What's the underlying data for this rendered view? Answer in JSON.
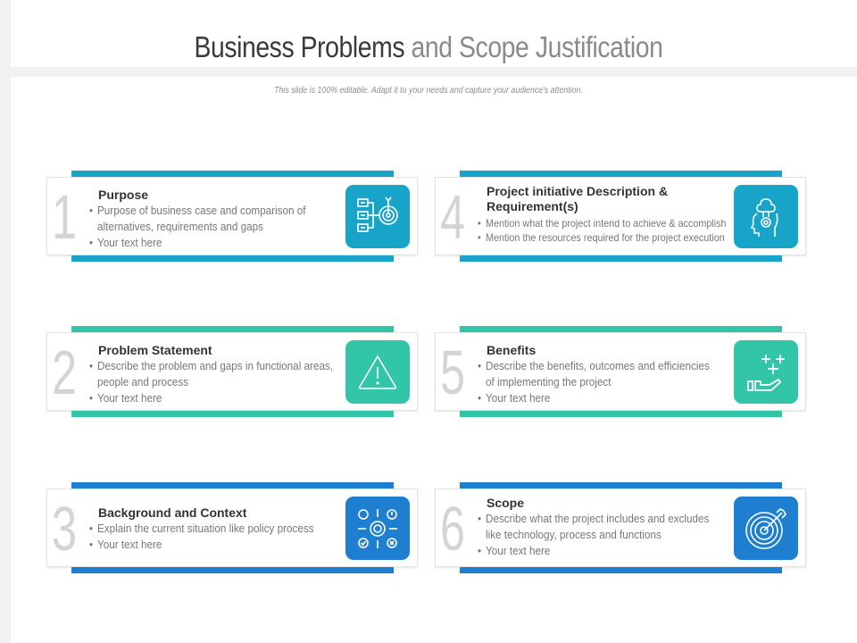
{
  "title": {
    "strong": "Business Problems",
    "light": " and Scope Justification"
  },
  "subtitle": "This slide is 100% editable. Adapt it to your needs and capture your audience's attention.",
  "colors": {
    "teal_blue": "#17a4c8",
    "green": "#33c5a7",
    "blue": "#1e7fd0",
    "number_gray": "#d4d4d4"
  },
  "cards": [
    {
      "number": "1",
      "heading": "Purpose",
      "bullets": [
        "Purpose of business case and comparison of",
        "alternatives, requirements and gaps",
        "Your text here"
      ],
      "icon": "flowchart-target-icon"
    },
    {
      "number": "2",
      "heading": "Problem Statement",
      "bullets": [
        "Describe the problem and gaps in functional areas,",
        "people and process",
        "Your text here"
      ],
      "icon": "warning-triangle-icon"
    },
    {
      "number": "3",
      "heading": "Background and Context",
      "bullets": [
        "Explain the current situation like policy process",
        "Your text here"
      ],
      "icon": "gear-context-icon"
    },
    {
      "number": "4",
      "heading": "Project initiative Description & Requirement(s)",
      "bullets": [
        "Mention what the project intend to achieve  & accomplish",
        "Mention the resources  required for the project execution"
      ],
      "icon": "head-gear-cloud-icon"
    },
    {
      "number": "5",
      "heading": "Benefits",
      "bullets": [
        "Describe the benefits, outcomes and efficiencies",
        "of implementing the project",
        "Your text here"
      ],
      "icon": "hand-plus-icon"
    },
    {
      "number": "6",
      "heading": "Scope",
      "bullets": [
        "Describe what the project includes and excludes",
        "like technology, process and functions",
        "Your text here"
      ],
      "icon": "target-arrow-icon"
    }
  ]
}
